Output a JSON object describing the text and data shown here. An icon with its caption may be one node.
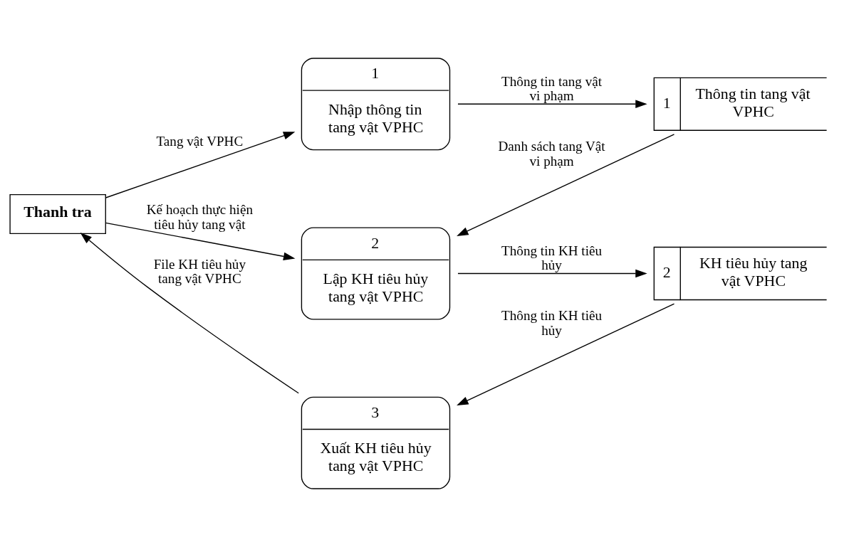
{
  "diagram": {
    "nodes": [
      {
        "text": [
          "Thanh tra"
        ]
      },
      {
        "text": [
          "1",
          "Nhập thông tin tang vật VPHC"
        ]
      },
      {
        "text": [
          "1",
          "Thông tin tang vật VPHC"
        ]
      },
      {
        "text": [
          "2",
          "Lập KH tiêu hủy tang vật VPHC"
        ]
      },
      {
        "text": [
          "2",
          "KH tiêu hủy tang vật VPHC"
        ]
      },
      {
        "text": [
          "3",
          "Xuất KH tiêu hủy tang vật VPHC"
        ]
      }
    ],
    "edges": [
      {
        "from": 0,
        "to": 1,
        "arrow": "to",
        "label": "Tang vật VPHC"
      },
      {
        "from": 1,
        "to": 2,
        "arrow": "to",
        "label": "Thông tin tang vật vi phạm"
      },
      {
        "from": 2,
        "to": 3,
        "arrow": "to",
        "label": "Danh sách tang Vật vi phạm"
      },
      {
        "from": 0,
        "to": 3,
        "arrow": "to",
        "label": "Kế hoạch thực hiện tiêu hủy tang vật"
      },
      {
        "from": 3,
        "to": 4,
        "arrow": "to",
        "label": "Thông tin KH tiêu hủy"
      },
      {
        "from": 4,
        "to": 5,
        "arrow": "to",
        "label": "Thông tin KH tiêu hủy"
      },
      {
        "from": 5,
        "to": 0,
        "arrow": "to",
        "label": "File KH tiêu hủy tang vật VPHC"
      }
    ]
  }
}
